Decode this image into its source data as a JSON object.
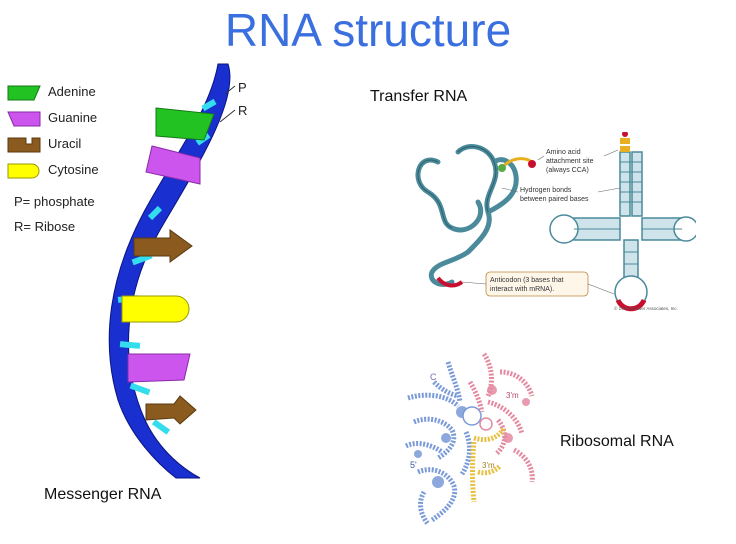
{
  "title": "RNA structure",
  "legend": {
    "adenine": "Adenine",
    "guanine": "Guanine",
    "uracil": "Uracil",
    "cytosine": "Cytosine",
    "phosphate": "P= phosphate",
    "ribose": "R= Ribose"
  },
  "strand_labels": {
    "p": "P",
    "r": "R"
  },
  "labels": {
    "messenger": "Messenger RNA",
    "transfer": "Transfer RNA",
    "ribosomal": "Ribosomal RNA"
  },
  "trna_callouts": {
    "amino_line1": "Amino acid",
    "amino_line2": "attachment site",
    "amino_line3": "(always CCA)",
    "hbond_line1": "Hydrogen bonds",
    "hbond_line2": "between paired bases",
    "anti_line1": "Anticodon (3 bases that",
    "anti_line2": "interact with mRNA).",
    "copyright": "© 1999 Sinauer Associates, Inc."
  },
  "rrna_marks": {
    "three_m1": "3'm",
    "three_m2": "3'm",
    "five": "5'",
    "c": "C"
  },
  "colors": {
    "title": "#3a6fe0",
    "adenine": "#22c222",
    "guanine": "#cc55ee",
    "uracil": "#8a5a1e",
    "cytosine": "#ffff00",
    "backbone": "#1a2fd0",
    "rung": "#33ddee",
    "trna": "#4a8a9a",
    "anticodon": "#c8102e",
    "rrna_blue": "#7a9ad8",
    "rrna_pink": "#e48aa0",
    "rrna_yellow": "#e8c040"
  }
}
